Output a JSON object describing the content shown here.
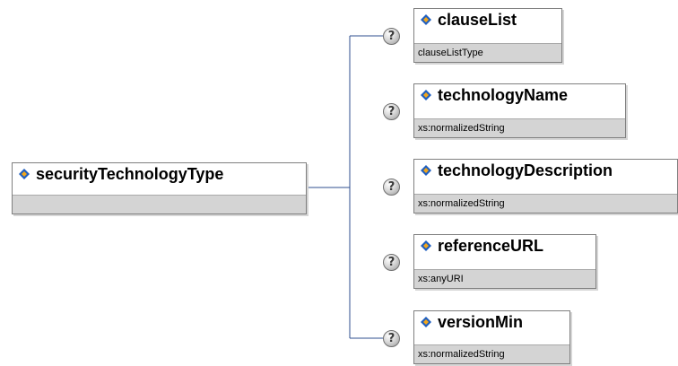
{
  "root": {
    "name": "securityTechnologyType",
    "type_label": ""
  },
  "children": [
    {
      "name": "clauseList",
      "type_label": "clauseListType",
      "occurrence_icon": "?"
    },
    {
      "name": "technologyName",
      "type_label": "xs:normalizedString",
      "occurrence_icon": "?"
    },
    {
      "name": "technologyDescription",
      "type_label": "xs:normalizedString",
      "occurrence_icon": "?"
    },
    {
      "name": "referenceURL",
      "type_label": "xs:anyURI",
      "occurrence_icon": "?"
    },
    {
      "name": "versionMin",
      "type_label": "xs:normalizedString",
      "occurrence_icon": "?"
    }
  ],
  "colors": {
    "connector_line": "#2f4f8f",
    "node_border": "#7f7f7f",
    "type_band": "#d4d4d4",
    "diamond_blue": "#1f5fbf",
    "diamond_orange": "#f2a61b"
  },
  "icons": {
    "element_icon": "element-diamond-icon",
    "optional_icon": "question-mark-icon"
  }
}
